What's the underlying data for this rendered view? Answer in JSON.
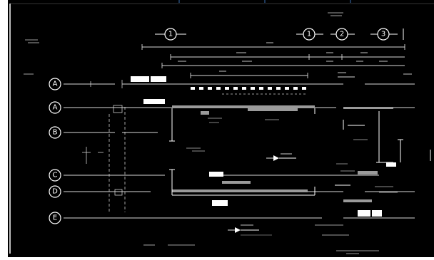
{
  "colors": {
    "background": "#000000",
    "frame": "#ffffff",
    "edge": "#3a6fb4",
    "linework": "#d8d8d8",
    "solid_fill": "#ffffff",
    "grey_fill": "#9a9a9a"
  },
  "grid": {
    "columns": [
      {
        "id": "col-1-left",
        "label": "1"
      },
      {
        "id": "col-1-right",
        "label": "1"
      },
      {
        "id": "col-2",
        "label": "2"
      },
      {
        "id": "col-3",
        "label": "3"
      }
    ],
    "rows": [
      {
        "id": "row-a",
        "label": "A"
      },
      {
        "id": "row-a2",
        "label": "A"
      },
      {
        "id": "row-b",
        "label": "B"
      },
      {
        "id": "row-c",
        "label": "C"
      },
      {
        "id": "row-d",
        "label": "D"
      },
      {
        "id": "row-e",
        "label": "E"
      }
    ]
  },
  "icons": {
    "north_arrow": "north-arrow-icon",
    "section_marker": "section-marker-icon"
  }
}
